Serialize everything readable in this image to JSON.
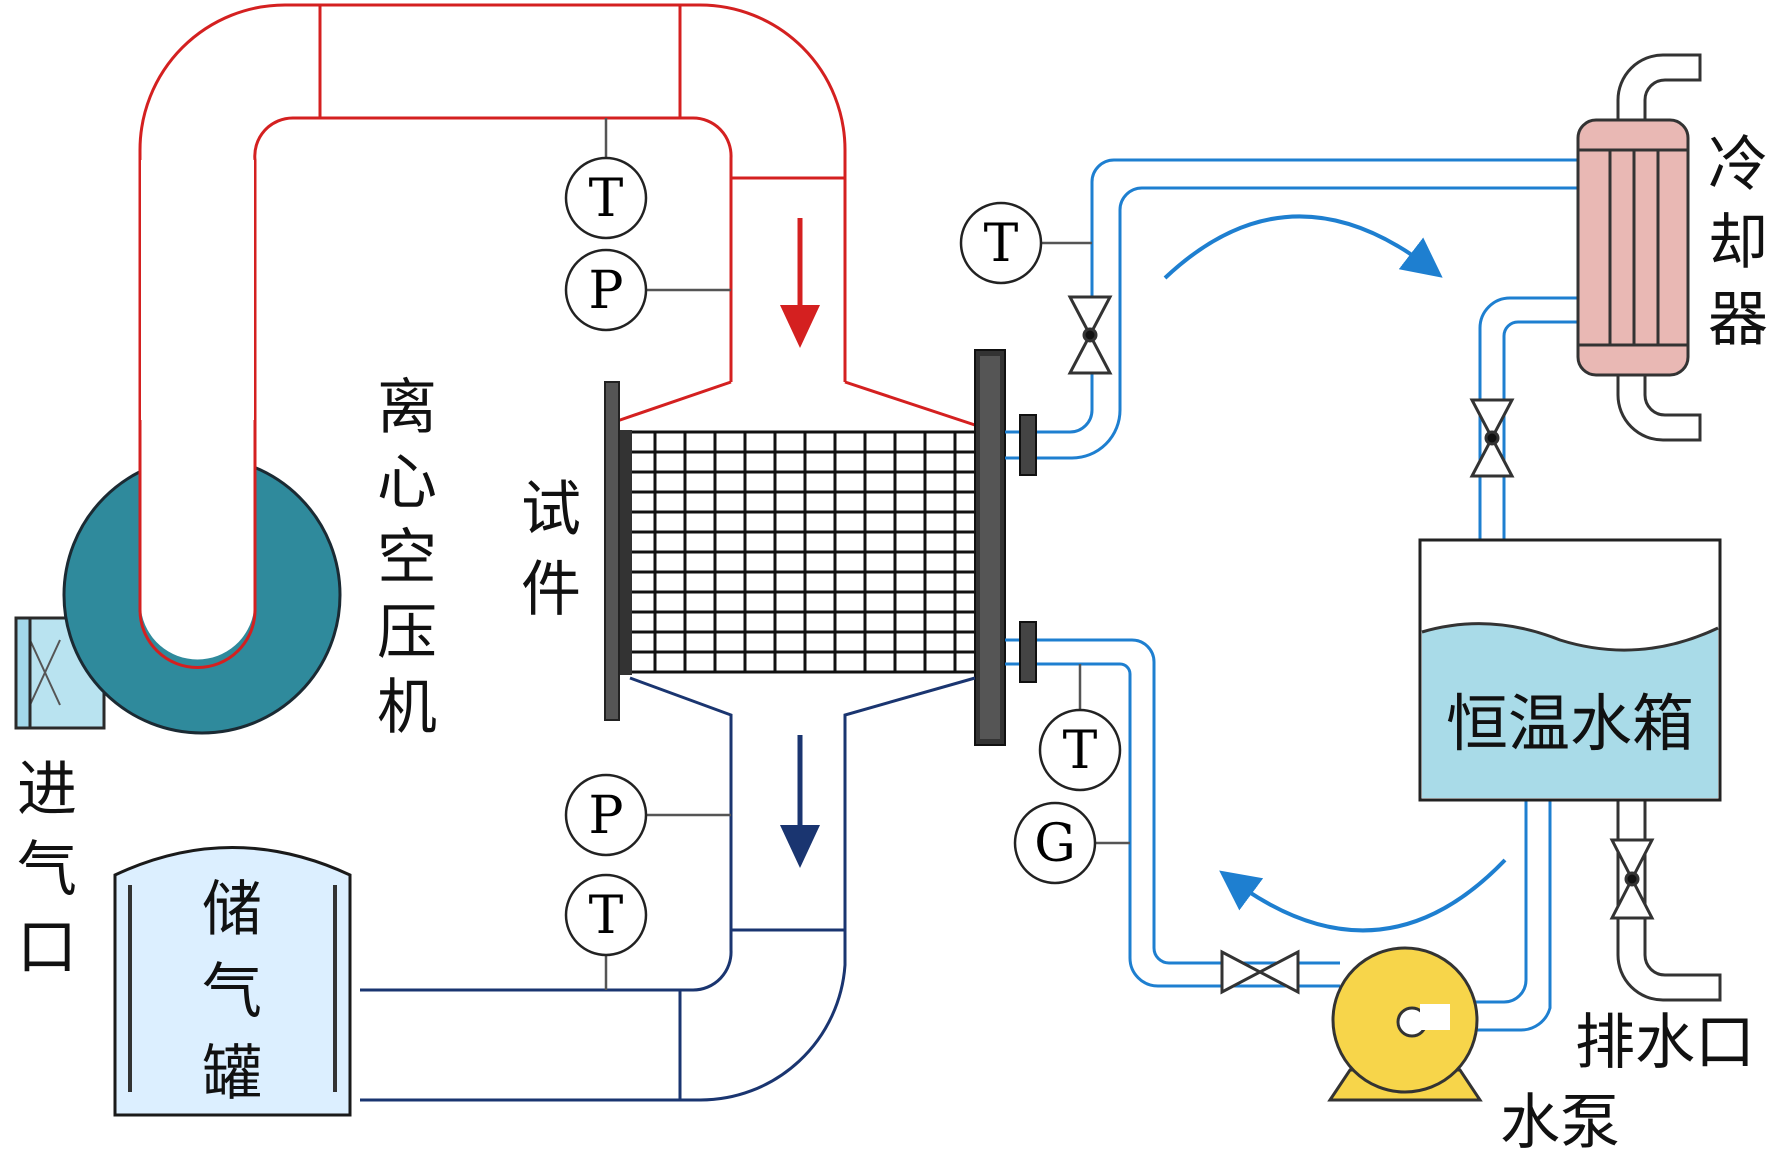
{
  "labels": {
    "compressor": [
      "离",
      "心",
      "空",
      "压",
      "机"
    ],
    "inlet": [
      "进",
      "气",
      "口"
    ],
    "storage_tank": [
      "储",
      "气",
      "罐"
    ],
    "test_piece": [
      "试",
      "件"
    ],
    "cooler": [
      "冷",
      "却",
      "器"
    ],
    "water_tank": "恒温水箱",
    "drain": "排水口",
    "pump": "水泵"
  },
  "gauges": {
    "air_in_temp": "T",
    "air_in_pressure": "P",
    "air_out_pressure": "P",
    "air_out_temp": "T",
    "water_out_temp": "T",
    "water_in_temp": "T",
    "water_flow": "G"
  },
  "colors": {
    "hot_air": "#d42020",
    "cool_air": "#1a3570",
    "water": "#1e7fd0",
    "compressor": "#2f8a9c",
    "cooler": "#e9b8b4",
    "tank_water": "#a9dbe8",
    "storage": "#dcefff",
    "pump": "#f7d54a"
  }
}
